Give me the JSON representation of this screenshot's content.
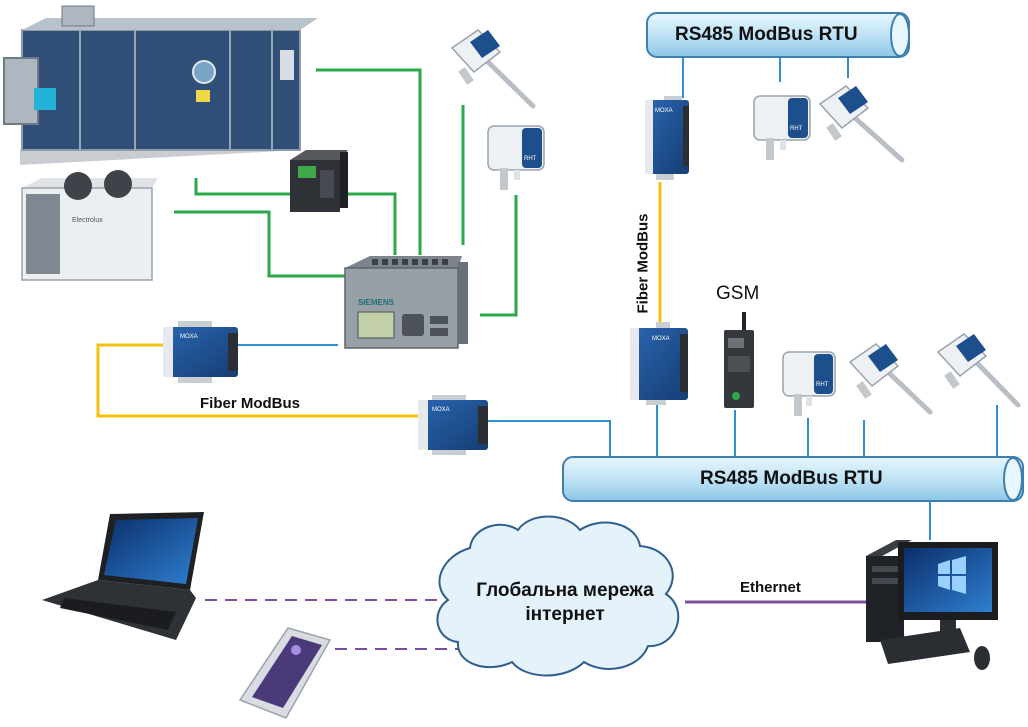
{
  "labels": {
    "bus_top": "RS485 ModBus RTU",
    "bus_bottom": "RS485 ModBus RTU",
    "fiber_vertical": "Fiber ModBus",
    "fiber_horizontal": "Fiber ModBus",
    "gsm": "GSM",
    "ethernet": "Ethernet",
    "cloud_line1": "Глобальна мережа",
    "cloud_line2": "інтернет"
  },
  "device_text": {
    "plc_brand": "SIEMENS",
    "condenser_brand": "Electrolux",
    "moxa_brand": "MOXA",
    "sensor_tag": "RHT"
  },
  "colors": {
    "bus_fill": "#bfe3f5",
    "bus_stroke": "#3f7fae",
    "field_wire": "#2aa84a",
    "fiber_wire": "#f4c20d",
    "rs485_wire": "#2f8fd0",
    "internet_wire": "#7b4e9e",
    "device_blue": "#1d4f8c"
  }
}
